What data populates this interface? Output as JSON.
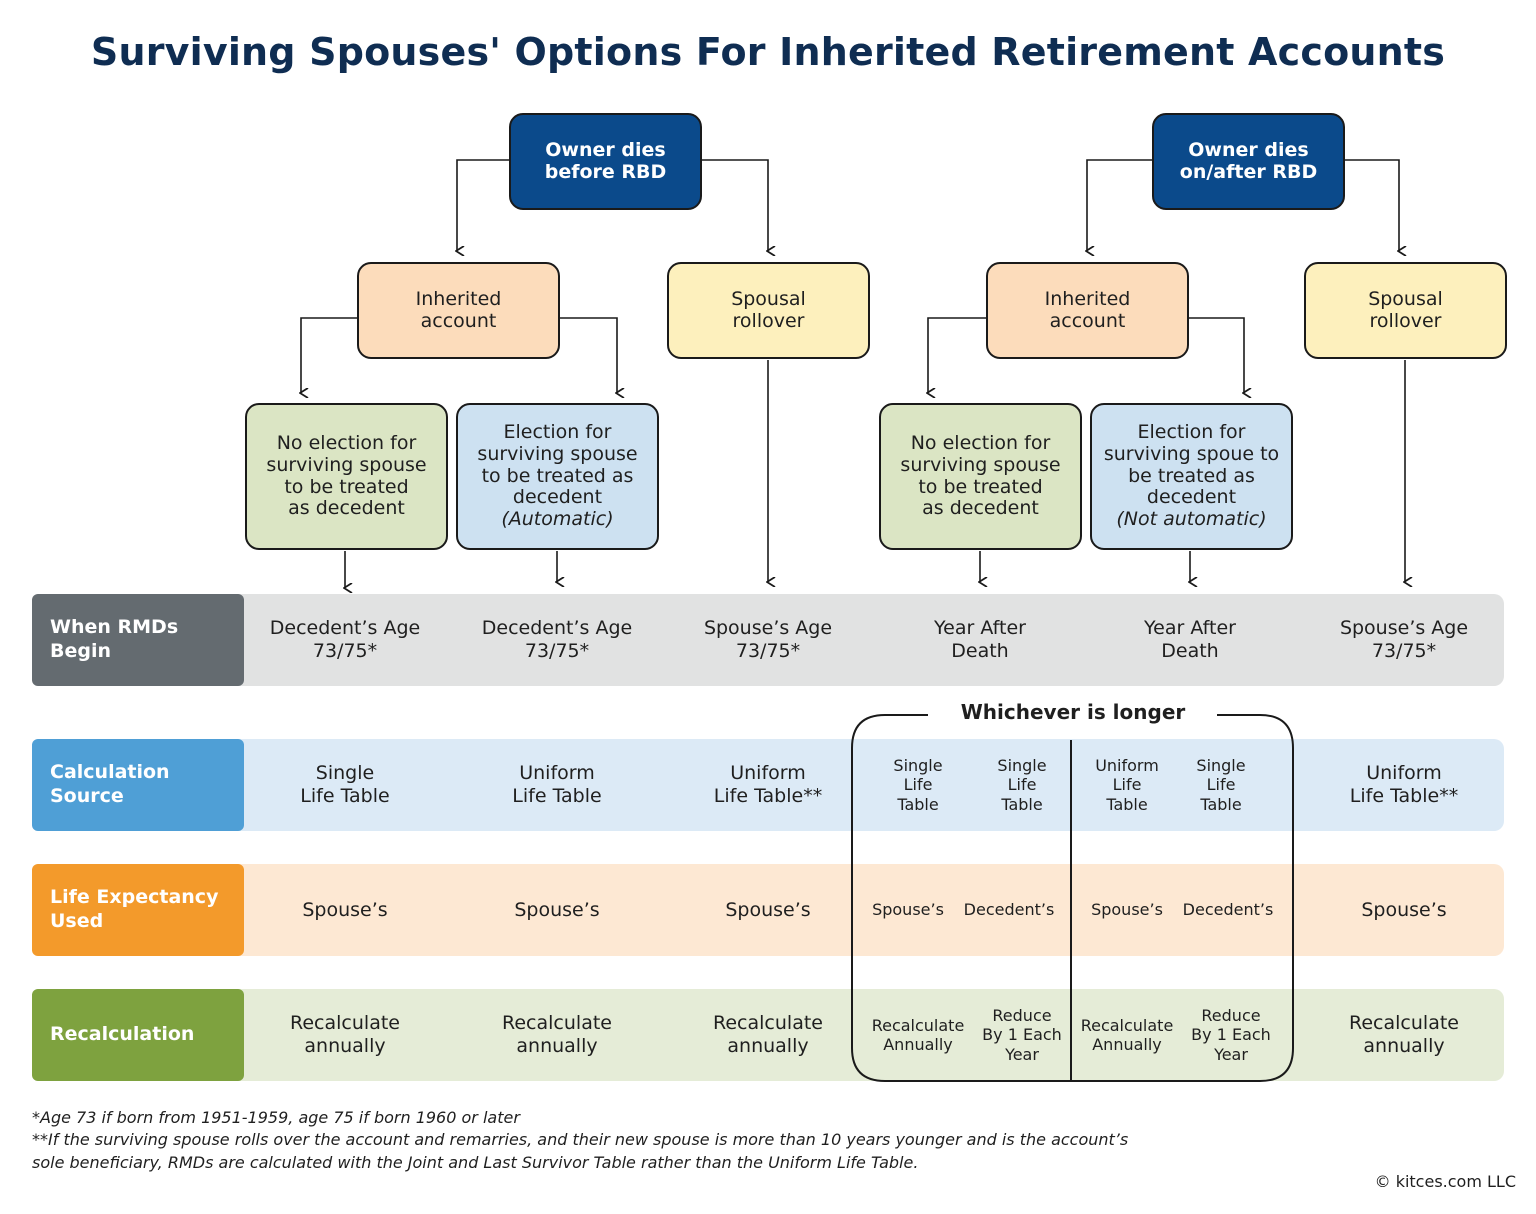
{
  "title": "Surviving Spouses' Options For Inherited Retirement Accounts",
  "tree": {
    "owner_before": [
      "Owner dies",
      "before RBD"
    ],
    "owner_after": [
      "Owner dies",
      "on/after RBD"
    ],
    "inherited_left": [
      "Inherited",
      "account"
    ],
    "rollover_left": [
      "Spousal",
      "rollover"
    ],
    "inherited_right": [
      "Inherited",
      "account"
    ],
    "rollover_right": [
      "Spousal",
      "rollover"
    ],
    "noelect_left": [
      "No election for",
      "surviving spouse",
      "to be treated",
      "as decedent"
    ],
    "elect_left": [
      "Election for",
      "surviving spouse",
      "to be treated as",
      "decedent"
    ],
    "elect_left_note": "(Automatic)",
    "noelect_right": [
      "No election for",
      "surviving spouse",
      "to be treated",
      "as decedent"
    ],
    "elect_right": [
      "Election for",
      "surviving spoue to",
      "be treated as",
      "decedent"
    ],
    "elect_right_note": "(Not automatic)"
  },
  "rows": {
    "rmds": {
      "label": [
        "When RMDs",
        "Begin"
      ],
      "cells": [
        [
          "Decedent’s Age",
          "73/75*"
        ],
        [
          "Decedent’s Age",
          "73/75*"
        ],
        [
          "Spouse’s Age",
          "73/75*"
        ],
        [
          "Year After",
          "Death"
        ],
        [
          "Year After",
          "Death"
        ],
        [
          "Spouse’s Age",
          "73/75*"
        ]
      ]
    },
    "whichever": "Whichever is longer",
    "calc": {
      "label": [
        "Calculation",
        "Source"
      ],
      "cells": [
        [
          "Single",
          "Life Table"
        ],
        [
          "Uniform",
          "Life Table"
        ],
        [
          "Uniform",
          "Life Table**"
        ],
        [
          "Uniform",
          "Life Table**"
        ]
      ],
      "sub": [
        [
          "Single",
          "Life",
          "Table"
        ],
        [
          "Single",
          "Life",
          "Table"
        ],
        [
          "Uniform",
          "Life",
          "Table"
        ],
        [
          "Single",
          "Life",
          "Table"
        ]
      ]
    },
    "life": {
      "label": [
        "Life Expectancy",
        "Used"
      ],
      "cells": [
        "Spouse’s",
        "Spouse’s",
        "Spouse’s",
        "Spouse’s"
      ],
      "sub": [
        "Spouse’s",
        "Decedent’s",
        "Spouse’s",
        "Decedent’s"
      ]
    },
    "recalc": {
      "label": [
        "Recalculation"
      ],
      "cells": [
        [
          "Recalculate",
          "annually"
        ],
        [
          "Recalculate",
          "annually"
        ],
        [
          "Recalculate",
          "annually"
        ],
        [
          "Recalculate",
          "annually"
        ]
      ],
      "sub": [
        [
          "Recalculate",
          "Annually"
        ],
        [
          "Reduce",
          "By 1 Each",
          "Year"
        ],
        [
          "Recalculate",
          "Annually"
        ],
        [
          "Reduce",
          "By 1 Each",
          "Year"
        ]
      ]
    }
  },
  "footnotes": [
    "*Age 73 if born from 1951-1959, age 75 if born 1960 or later",
    "**If the surviving spouse rolls over the account and remarries, and their new spouse is more than 10 years younger and is the account’s",
    "sole beneficiary, RMDs are calculated with the Joint and Last Survivor Table rather than the Uniform Life Table."
  ],
  "copyright": "© kitces.com LLC",
  "colors": {
    "navy": "#0b4a8b",
    "title": "#0f2d52",
    "rmds_label": "#646b70",
    "calc_label": "#4f9fd6",
    "life_label": "#f39a2b",
    "recalc_label": "#7ea23f"
  }
}
